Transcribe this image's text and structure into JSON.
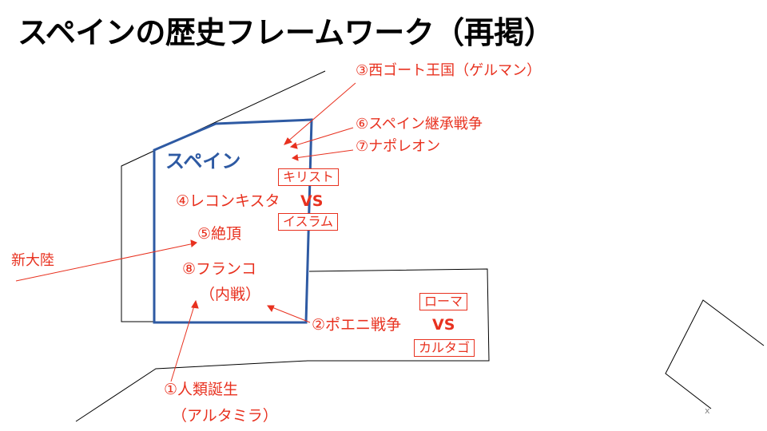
{
  "title": "スペインの歴史フレームワーク（再掲）",
  "region_label": "スペイン",
  "labels": {
    "visigoths": "③西ゴート王国（ゲルマン）",
    "succession_war": "⑥スペイン継承戦争",
    "napoleon": "⑦ナポレオン",
    "reconquista": "④レコンキスタ",
    "reconquista_vs": "VS",
    "christ_box": "キリスト",
    "islam_box": "イスラム",
    "peak": "⑤絶頂",
    "new_continent": "新大陸",
    "franco": "⑧フランコ",
    "civil_war": "（内戦）",
    "punic_wars": "②ポエニ戦争",
    "punic_vs": "VS",
    "rome_box": "ローマ",
    "carthage_box": "カルタゴ",
    "human_birth": "①人類誕生",
    "altamira": "（アルタミラ）",
    "corner_mark": "x"
  },
  "colors": {
    "accent_red": "#e8311f",
    "region_blue": "#2e5aa3",
    "outline": "#000000"
  }
}
